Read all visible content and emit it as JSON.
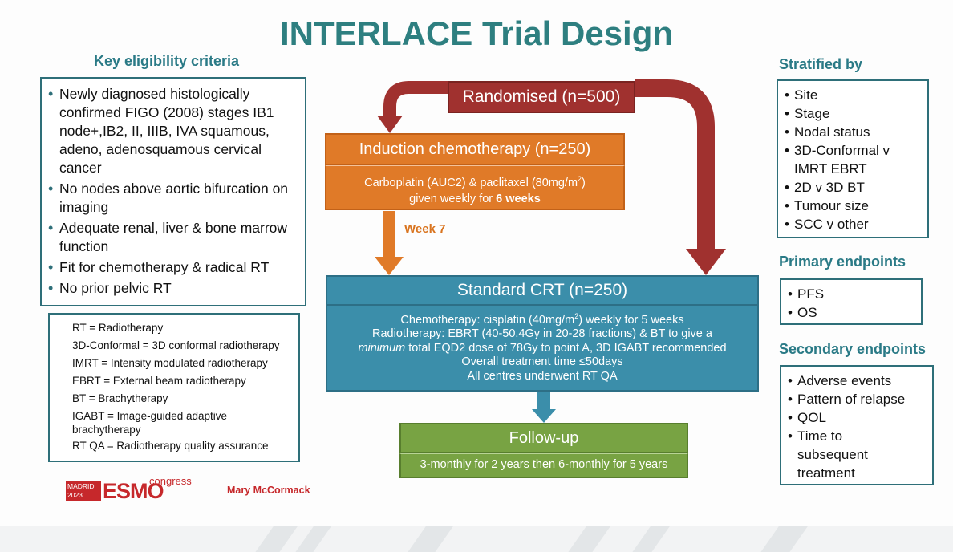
{
  "title": "INTERLACE Trial Design",
  "eligibility": {
    "heading": "Key eligibility criteria",
    "items": [
      "Newly diagnosed histologically confirmed FIGO (2008) stages IB1 node+,IB2, II, IIIB, IVA squamous, adeno, adenosquamous cervical cancer",
      "No nodes above aortic bifurcation on imaging",
      "Adequate renal, liver & bone marrow function",
      "Fit for chemotherapy & radical RT",
      "No prior pelvic RT"
    ]
  },
  "abbreviations": [
    "RT = Radiotherapy",
    "3D-Conformal = 3D conformal radiotherapy",
    "IMRT = Intensity modulated radiotherapy",
    "EBRT = External beam radiotherapy",
    "BT = Brachytherapy",
    "IGABT = Image-guided adaptive brachytherapy",
    "RT QA = Radiotherapy quality assurance"
  ],
  "flow": {
    "randomised": "Randomised (n=500)",
    "induction": {
      "title": "Induction chemotherapy (n=250)",
      "line1_pre": "Carboplatin (AUC2) & paclitaxel (80mg/m",
      "line1_sup": "2",
      "line1_post": ")",
      "line2_pre": "given weekly for ",
      "line2_bold": "6 weeks"
    },
    "week_label": "Week 7",
    "crt": {
      "title": "Standard CRT (n=250)",
      "line1_pre": "Chemotherapy: cisplatin (40mg/m",
      "line1_sup": "2",
      "line1_post": ") weekly for 5 weeks",
      "line2": "Radiotherapy: EBRT (40-50.4Gy in 20-28 fractions) & BT to give a",
      "line3_italic": "minimum",
      "line3_post": " total EQD2 dose of 78Gy to point A, 3D IGABT recommended",
      "line4": "Overall treatment time ≤50days",
      "line5": "All centres underwent RT QA"
    },
    "followup": {
      "title": "Follow-up",
      "body": "3-monthly for 2 years then 6-monthly for 5 years"
    }
  },
  "stratified": {
    "heading": "Stratified by",
    "items": [
      "Site",
      "Stage",
      "Nodal status",
      "3D-Conformal v IMRT EBRT",
      "2D v 3D BT",
      "Tumour size",
      "SCC v other"
    ]
  },
  "primary": {
    "heading": "Primary endpoints",
    "items": [
      "PFS",
      "OS"
    ]
  },
  "secondary": {
    "heading": "Secondary endpoints",
    "items": [
      "Adverse events",
      "Pattern of relapse",
      "QOL",
      "Time to subsequent treatment"
    ]
  },
  "footer": {
    "logo_city": "MADRID",
    "logo_year": "2023",
    "logo_name": "ESMO",
    "logo_suffix": "congress",
    "author": "Mary McCormack"
  },
  "colors": {
    "title": "#2e7f80",
    "randomised": "#a0312f",
    "induction": "#e07a28",
    "crt": "#3b8eaa",
    "followup": "#78a343",
    "box_border": "#2e6f79"
  }
}
